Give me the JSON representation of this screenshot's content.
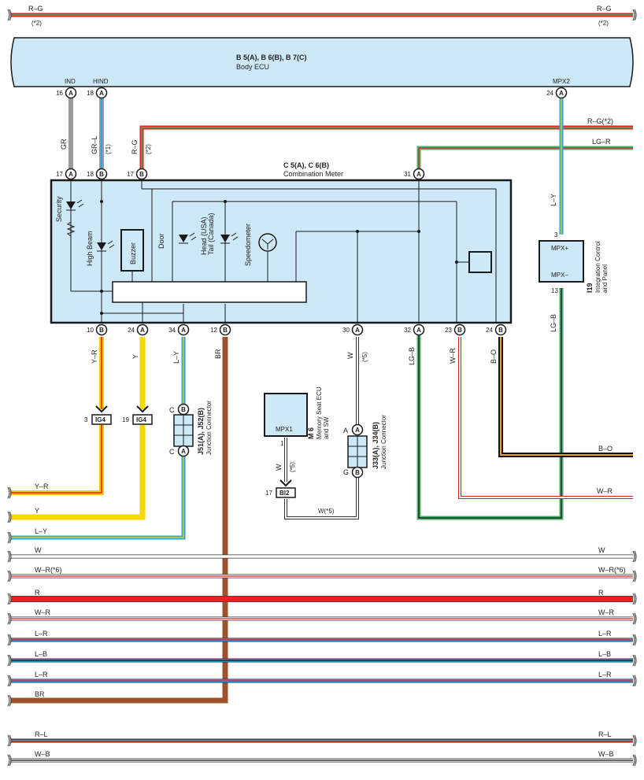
{
  "body_ecu": {
    "code": "B 5(A), B 6(B), B 7(C)",
    "name": "Body ECU",
    "pins": [
      {
        "n": "16",
        "c": "A",
        "name": "IND"
      },
      {
        "n": "18",
        "c": "A",
        "name": "HIND"
      },
      {
        "n": "24",
        "c": "A",
        "name": "MPX2"
      }
    ]
  },
  "meter": {
    "code": "C 5(A), C 6(B)",
    "name": "Combination Meter",
    "top_pins": [
      {
        "n": "17",
        "c": "A"
      },
      {
        "n": "18",
        "c": "B"
      },
      {
        "n": "17",
        "c": "B"
      },
      {
        "n": "31",
        "c": "A"
      }
    ],
    "bottom_pins": [
      {
        "n": "10",
        "c": "B"
      },
      {
        "n": "24",
        "c": "A"
      },
      {
        "n": "34",
        "c": "A"
      },
      {
        "n": "12",
        "c": "B"
      },
      {
        "n": "30",
        "c": "A"
      },
      {
        "n": "32",
        "c": "A"
      },
      {
        "n": "23",
        "c": "B"
      },
      {
        "n": "24",
        "c": "B"
      }
    ],
    "components": {
      "security": "Security",
      "high_beam": "High Beam",
      "buzzer": "Buzzer",
      "door": "Door",
      "head": "Head (USA)",
      "tail": "Tail (Canada)",
      "speedometer": "Speedometer"
    }
  },
  "integration_panel": {
    "code": "I19",
    "name1": "Integration Control",
    "name2": "and Panel",
    "mpx_plus": "MPX+",
    "mpx_minus": "MPX–",
    "pin_top": "3",
    "pin_bottom": "13"
  },
  "memory_seat": {
    "code": "M 6",
    "name1": "Memory Seat ECU",
    "name2": "and SW",
    "mpx1": "MPX1",
    "pin": "1"
  },
  "junction_j51": {
    "code": "J51(A), J52(B)",
    "name": "Junction Connector",
    "top": "C",
    "top_c": "B",
    "bot": "C",
    "bot_c": "A"
  },
  "junction_j33": {
    "code": "J33(A), J34(B)",
    "name": "Junction Connector",
    "top": "A",
    "top_c": "A",
    "bot": "G",
    "bot_c": "B"
  },
  "connectors": [
    {
      "pin": "3",
      "name": "IG4"
    },
    {
      "pin": "19",
      "name": "IG4"
    },
    {
      "pin": "17",
      "name": "BI2"
    }
  ],
  "wire_labels": {
    "gr": "GR",
    "gr_l": "GR–L",
    "note1": "(*1)",
    "r_g": "R–G",
    "note2": "(*2)",
    "l_y": "L–Y",
    "lg_b": "LG–B",
    "y_r": "Y–R",
    "y": "Y",
    "br": "BR",
    "w": "W",
    "note5": "(*5)",
    "w_r": "W–R",
    "b_o": "B–O",
    "w_note5": "W(*5)"
  },
  "right_labels": {
    "r_g_2": "R–G(*2)",
    "lg_r": "LG–R",
    "b_o": "B–O",
    "w_r": "W–R"
  },
  "top_bus": {
    "left": "R–G",
    "left_note": "(*2)",
    "right": "R–G",
    "right_note": "(*2)"
  },
  "bus_lines": [
    {
      "left": "Y–R",
      "right": "",
      "c1": "#f5c800",
      "c2": "#e02020"
    },
    {
      "left": "Y",
      "right": "",
      "c1": "#f5d800",
      "c2": "#f5d800"
    },
    {
      "left": "L–Y",
      "right": "",
      "c1": "#2aa8d8",
      "c2": "#f5d800"
    },
    {
      "left": "W",
      "right": "W",
      "c1": "#ffffff",
      "c2": "#ffffff"
    },
    {
      "left": "W–R(*6)",
      "right": "W–R(*6)",
      "c1": "#ffffff",
      "c2": "#e02020"
    },
    {
      "left": "R",
      "right": "R",
      "c1": "#e62222",
      "c2": "#e62222"
    },
    {
      "left": "W–R",
      "right": "W–R",
      "c1": "#ffffff",
      "c2": "#e02020"
    },
    {
      "left": "L–R",
      "right": "L–R",
      "c1": "#2aa8d8",
      "c2": "#e02020"
    },
    {
      "left": "L–B",
      "right": "L–B",
      "c1": "#2aa8d8",
      "c2": "#111111"
    },
    {
      "left": "L–R",
      "right": "L–R",
      "c1": "#2aa8d8",
      "c2": "#e02020"
    },
    {
      "left": "BR",
      "right": "",
      "c1": "#a0522d",
      "c2": "#a0522d"
    },
    {
      "left": "R–L",
      "right": "R–L",
      "c1": "#e02020",
      "c2": "#2aa8d8"
    },
    {
      "left": "W–B",
      "right": "W–B",
      "c1": "#ffffff",
      "c2": "#111111"
    }
  ],
  "colors": {
    "ecu_fill": "#cde8f6",
    "frame": "#1a1a1a",
    "red": "#e62222",
    "yellow": "#f5d800",
    "blue": "#2aa8d8",
    "green": "#4caf6a",
    "brown": "#a0522d",
    "orange": "#f0a020",
    "gray": "#9a9a9a"
  }
}
